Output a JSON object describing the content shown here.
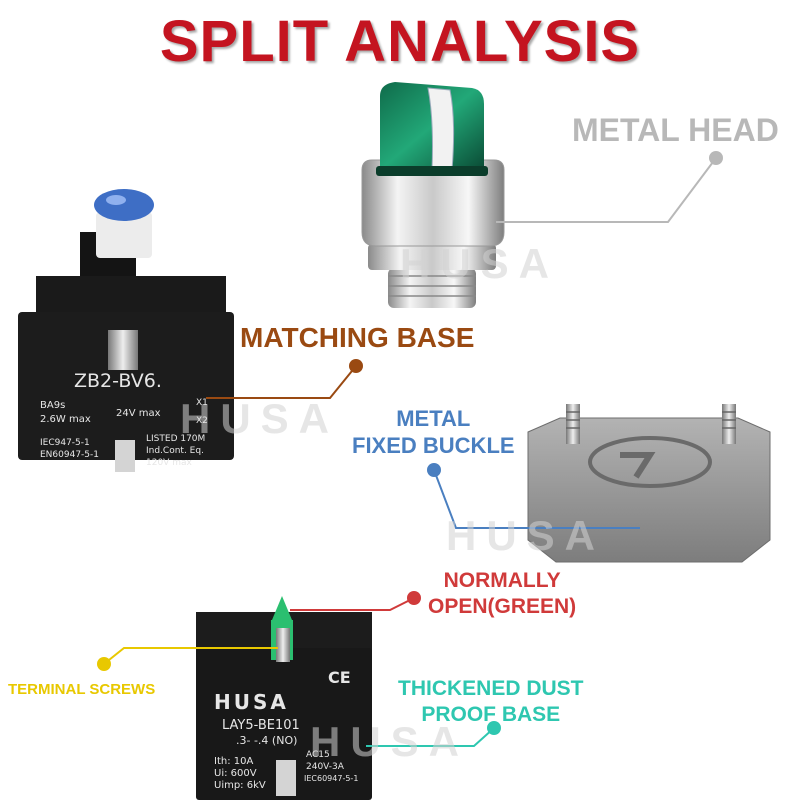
{
  "title": "SPLIT ANALYSIS",
  "labels": {
    "metal_head": "METAL HEAD",
    "matching_base": "MATCHING BASE",
    "metal_fixed_buckle_line1": "METAL",
    "metal_fixed_buckle_line2": "FIXED BUCKLE",
    "normally_open_line1": "NORMALLY",
    "normally_open_line2": "OPEN(GREEN)",
    "terminal_screws": "TERMINAL SCREWS",
    "dust_proof_line1": "THICKENED DUST",
    "dust_proof_line2": "PROOF BASE"
  },
  "watermark": "HUSA",
  "upper_module": {
    "model": "ZB2-BV6.",
    "lamp_base": "BA9s",
    "power": "2.6W max",
    "voltage": "24V max",
    "x1": "X1",
    "x2": "X2",
    "std1": "IEC947-5-1",
    "std2": "EN60947-5-1",
    "listed": "LISTED 170M",
    "ind": "Ind.Cont. Eq.",
    "rating": "120V max"
  },
  "lower_module": {
    "brand": "HUSA",
    "ce": "CE",
    "model": "LAY5-BE101",
    "contact": ".3- -.4 (NO)",
    "ith": "Ith: 10A",
    "ui": "Ui: 600V",
    "uimp": "Uimp: 6kV",
    "ac": "AC15",
    "ac_rating": "240V-3A",
    "std": "IEC60947-5-1"
  },
  "colors": {
    "title": "#c41420",
    "metal_head": "#b8b8b8",
    "matching_base": "#9a4a12",
    "buckle": "#4a7fc0",
    "normally_open": "#d03a3a",
    "terminal_screws": "#e8c800",
    "dust_proof": "#2ec7b0"
  }
}
